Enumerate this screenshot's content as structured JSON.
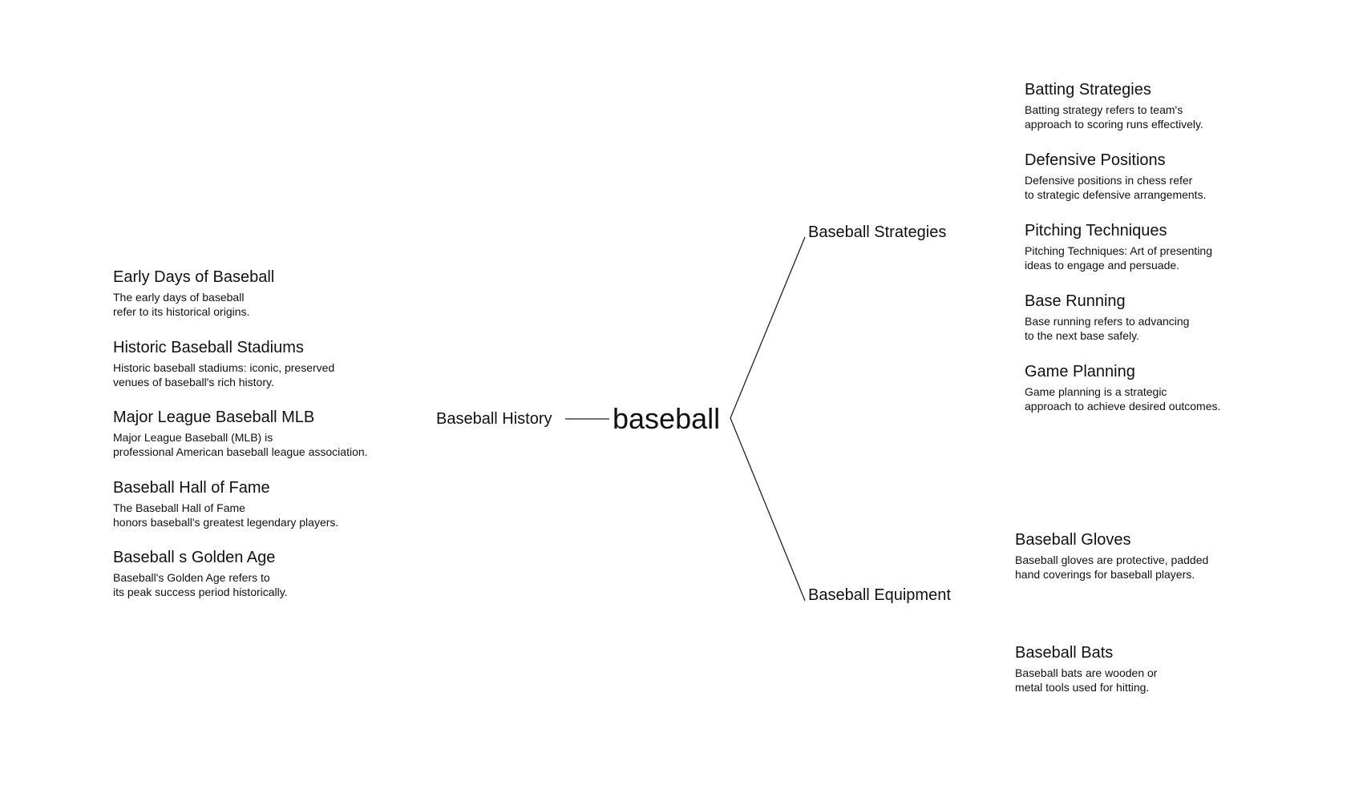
{
  "mindmap": {
    "center": "baseball",
    "branches": {
      "history": {
        "label": "Baseball History",
        "leaves": [
          {
            "title": "Early Days of Baseball",
            "desc": [
              "The early days of baseball",
              "refer to its historical origins."
            ]
          },
          {
            "title": "Historic Baseball Stadiums",
            "desc": [
              "Historic baseball stadiums: iconic, preserved",
              "venues of baseball's rich history."
            ]
          },
          {
            "title": "Major League Baseball MLB",
            "desc": [
              "Major League Baseball (MLB) is",
              "professional American baseball league association."
            ]
          },
          {
            "title": "Baseball Hall of Fame",
            "desc": [
              "The Baseball Hall of Fame",
              "honors baseball's greatest legendary players."
            ]
          },
          {
            "title": "Baseball s Golden Age",
            "desc": [
              "Baseball's Golden Age refers to",
              "its peak success period historically."
            ]
          }
        ]
      },
      "strategies": {
        "label": "Baseball Strategies",
        "leaves": [
          {
            "title": "Batting Strategies",
            "desc": [
              "Batting strategy refers to team's",
              "approach to scoring runs effectively."
            ]
          },
          {
            "title": "Defensive Positions",
            "desc": [
              "Defensive positions in chess refer",
              "to strategic defensive arrangements."
            ]
          },
          {
            "title": "Pitching Techniques",
            "desc": [
              "Pitching Techniques: Art of presenting",
              "ideas to engage and persuade."
            ]
          },
          {
            "title": "Base Running",
            "desc": [
              "Base running refers to advancing",
              "to the next base safely."
            ]
          },
          {
            "title": "Game Planning",
            "desc": [
              "Game planning is a strategic",
              "approach to achieve desired outcomes."
            ]
          }
        ]
      },
      "equipment": {
        "label": "Baseball Equipment",
        "leaves": [
          {
            "title": "Baseball Gloves",
            "desc": [
              "Baseball gloves are protective, padded",
              "hand coverings for baseball players."
            ]
          },
          {
            "title": "Baseball Bats",
            "desc": [
              "Baseball bats are wooden or",
              "metal tools used for hitting."
            ]
          }
        ]
      }
    }
  }
}
